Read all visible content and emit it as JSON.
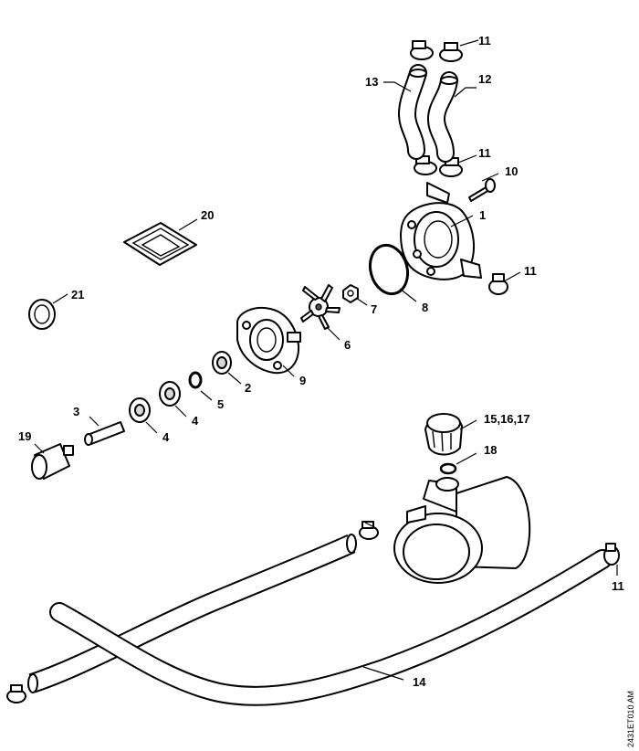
{
  "callouts": {
    "c1": "1",
    "c2": "2",
    "c3": "3",
    "c4a": "4",
    "c4b": "4",
    "c5": "5",
    "c6": "6",
    "c7": "7",
    "c8": "8",
    "c9": "9",
    "c10": "10",
    "c11a": "11",
    "c11b": "11",
    "c11c": "11",
    "c11d": "11",
    "c12": "12",
    "c13": "13",
    "c14": "14",
    "c15": "15,16,17",
    "c18": "18",
    "c19": "19",
    "c20": "20",
    "c21": "21"
  },
  "drawing_code": "2431ET010 AM"
}
